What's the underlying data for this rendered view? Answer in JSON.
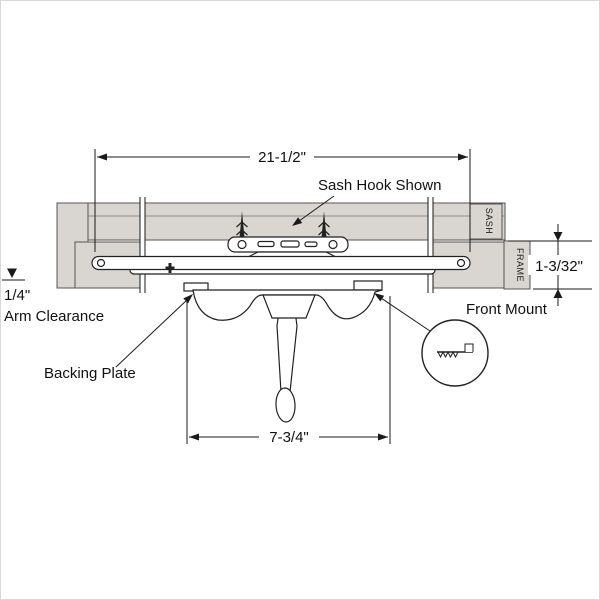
{
  "diagram": {
    "dimensions": {
      "top_width": "21-1/2\"",
      "bottom_width": "7-3/4\"",
      "side_height": "1-3/32\"",
      "arm_clearance_value": "1/4\"",
      "arm_clearance_label": "Arm Clearance"
    },
    "labels": {
      "sash_hook": "Sash Hook Shown",
      "backing_plate": "Backing Plate",
      "front_mount": "Front Mount",
      "sash": "SASH",
      "frame": "FRAME"
    },
    "colors": {
      "line": "#1a1a1a",
      "frame_fill": "#d9d6d1",
      "background": "#ffffff"
    }
  }
}
